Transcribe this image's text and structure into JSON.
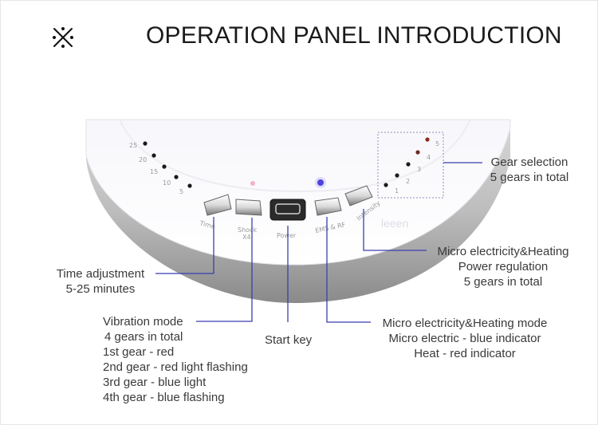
{
  "header": {
    "title": "OPERATION PANEL INTRODUCTION",
    "icon": "asterisk-cross-icon"
  },
  "device": {
    "buttons": [
      {
        "label": "Time"
      },
      {
        "label": "Shock",
        "sublabel": "X4"
      },
      {
        "label": "Power"
      },
      {
        "label": "EMS & RF"
      },
      {
        "label": "Intensity"
      }
    ],
    "left_scale": [
      "25",
      "20",
      "15",
      "10",
      "5"
    ],
    "right_scale": [
      "1",
      "2",
      "3",
      "4",
      "5"
    ],
    "watermark": "leeen"
  },
  "callouts": {
    "gear_selection": {
      "line1": "Gear selection",
      "line2": "5 gears in total"
    },
    "micro_heating_power": {
      "line1": "Micro electricity&Heating",
      "line2": "Power regulation",
      "line3": "5 gears in total"
    },
    "time_adjustment": {
      "line1": "Time  adjustment",
      "line2": "5-25 minutes"
    },
    "vibration_mode": {
      "line1": "Vibration mode",
      "line2": "4 gears in total",
      "gears": [
        "1st gear - red",
        "2nd gear - red light flashing",
        "3rd gear - blue light",
        "4th gear - blue flashing"
      ]
    },
    "start_key": {
      "label": "Start key"
    },
    "micro_heating_mode": {
      "line1": "Micro electricity&Heating mode",
      "line2": "Micro electric - blue indicator",
      "line3": "Heat - red indicator"
    }
  },
  "colors": {
    "accent_line": "#3b3fb0",
    "title": "#1a1a1a"
  }
}
